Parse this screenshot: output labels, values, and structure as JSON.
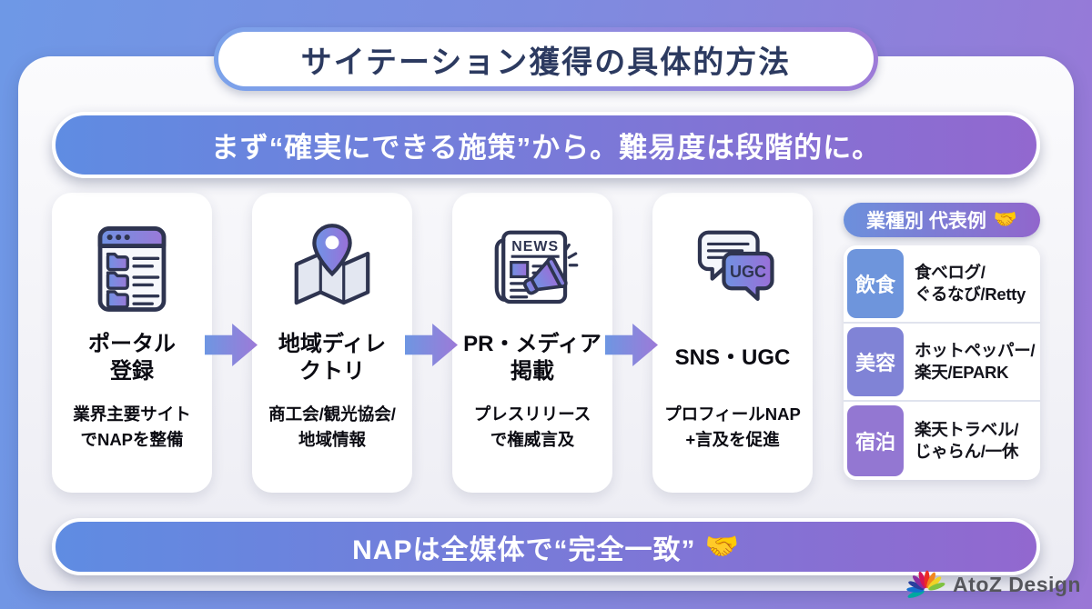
{
  "title_banner": {
    "text": "サイテーション獲得の具体的方法"
  },
  "subtitle_banner": {
    "text": "まず“確実にできる施策”から。難易度は段階的に。"
  },
  "steps": [
    {
      "icon": "portal-window-icon",
      "title": "ポータル\n登録",
      "desc": "業界主要サイト\nでNAPを整備"
    },
    {
      "icon": "map-pin-icon",
      "title": "地域ディレ\nクトリ",
      "desc": "商工会/観光協会/\n地域情報"
    },
    {
      "icon": "news-megaphone-icon",
      "title": "PR・メディア\n掲載",
      "desc": "プレスリリース\nで権威言及"
    },
    {
      "icon": "chat-ugc-icon",
      "title": "SNS・UGC",
      "desc": "プロフィールNAP\n+言及を促進"
    }
  ],
  "icon_labels": {
    "news": "NEWS",
    "ugc": "UGC"
  },
  "industry_panel": {
    "header": "業種別 代表例",
    "header_icon": "🤝",
    "rows": [
      {
        "label": "飲食",
        "value": "食べログ/\nぐるなび/Retty"
      },
      {
        "label": "美容",
        "value": "ホットペッパー/\n楽天/EPARK"
      },
      {
        "label": "宿泊",
        "value": "楽天トラベル/\nじゃらん/一休"
      }
    ]
  },
  "footer_banner": {
    "text": "NAPは全媒体で“完全一致”",
    "icon": "🤝"
  },
  "brand": {
    "name": "AtoZ Design"
  },
  "colors": {
    "frame_gradient_start": "#6e98e6",
    "frame_gradient_end": "#9a77d6",
    "banner_gradient_start": "#5f8ce2",
    "banner_gradient_end": "#9268cf",
    "title_text": "#2c3a60",
    "icon_outline": "#2e3450"
  }
}
